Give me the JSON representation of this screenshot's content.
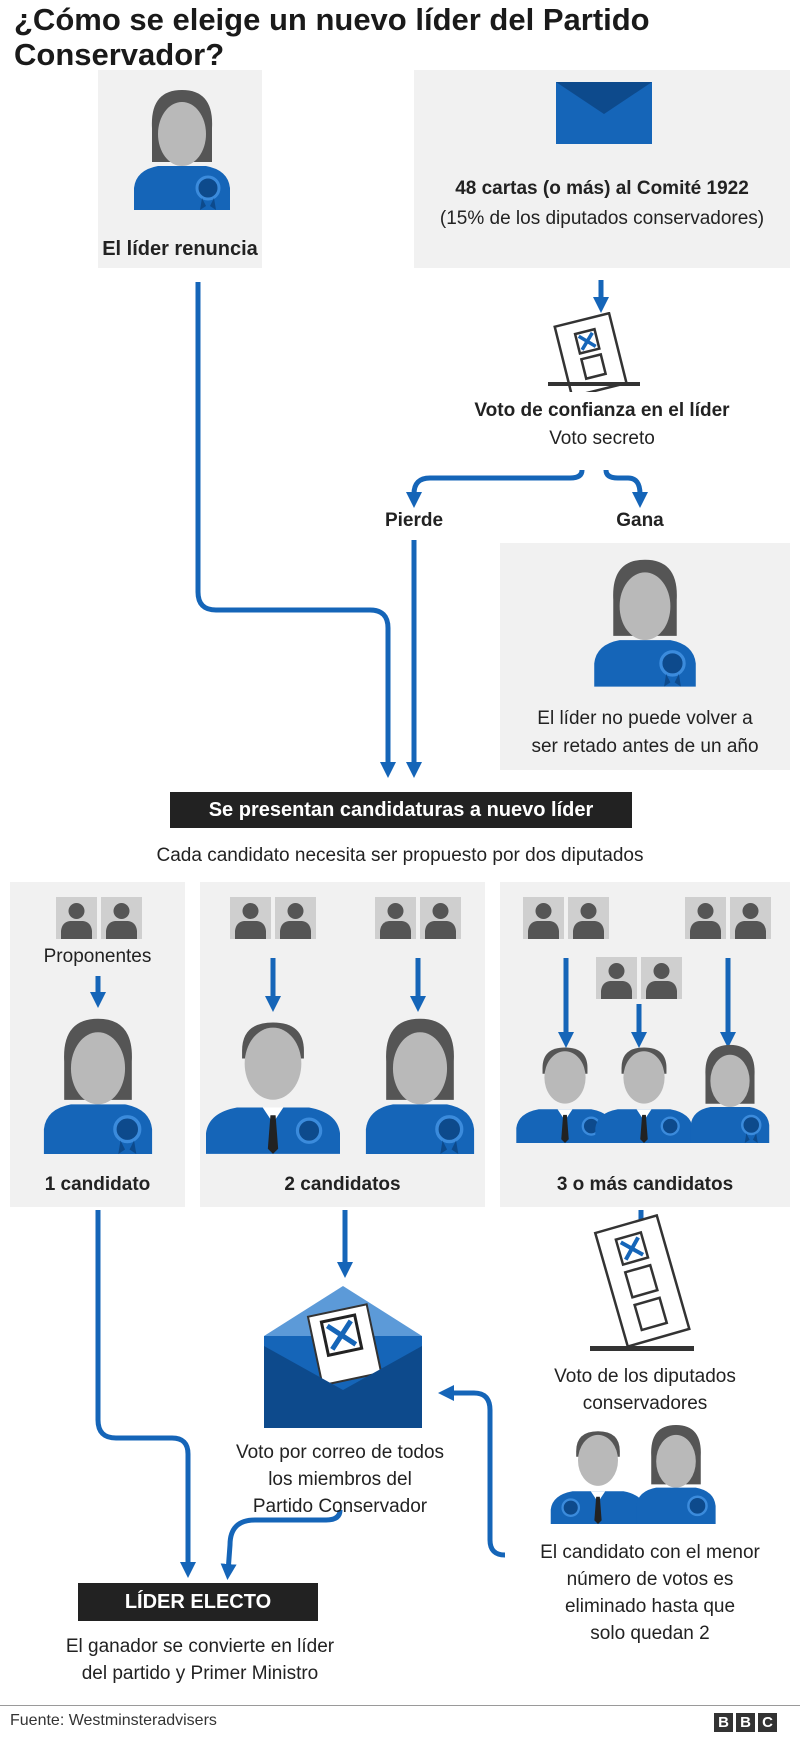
{
  "title": "¿Cómo se eleige un nuevo líder del Partido Conservador?",
  "start": {
    "resigns": "El líder renuncia",
    "letters": "48 cartas (o más) al Comité 1922",
    "letters_note": "(15% de los diputados conservadores)"
  },
  "confidence": {
    "title": "Voto de confianza en el líder",
    "subtitle": "Voto secreto",
    "lose": "Pierde",
    "win": "Gana",
    "win_note_1": "El líder no puede volver a",
    "win_note_2": "ser retado antes de un año"
  },
  "nominations": {
    "banner": "Se presentan candidaturas a nuevo líder",
    "note": "Cada candidato necesita ser propuesto por dos diputados",
    "proposers": "Proponentes",
    "one": "1 candidato",
    "two": "2 candidatos",
    "three": "3 o más candidatos"
  },
  "postal": {
    "line1": "Voto por correo de todos",
    "line2": "los miembros del",
    "line3": "Partido Conservador"
  },
  "mps_vote": {
    "line1": "Voto de los diputados",
    "line2": "conservadores"
  },
  "elimination": {
    "line1": "El candidato con el menor",
    "line2": "número de votos es",
    "line3": "eliminado hasta que",
    "line4": "solo quedan 2"
  },
  "result": {
    "banner": "LÍDER ELECTO",
    "line1": "El ganador se convierte en líder",
    "line2": "del partido y Primer Ministro"
  },
  "footer": {
    "source": "Fuente: Westminsteradvisers",
    "logo": [
      "B",
      "B",
      "C"
    ]
  },
  "colors": {
    "blue": "#1565b8",
    "dark_blue": "#0d4a8c",
    "panel": "#f1f1f1",
    "grey_head": "#8a8a8a",
    "black_bar": "#222222"
  }
}
